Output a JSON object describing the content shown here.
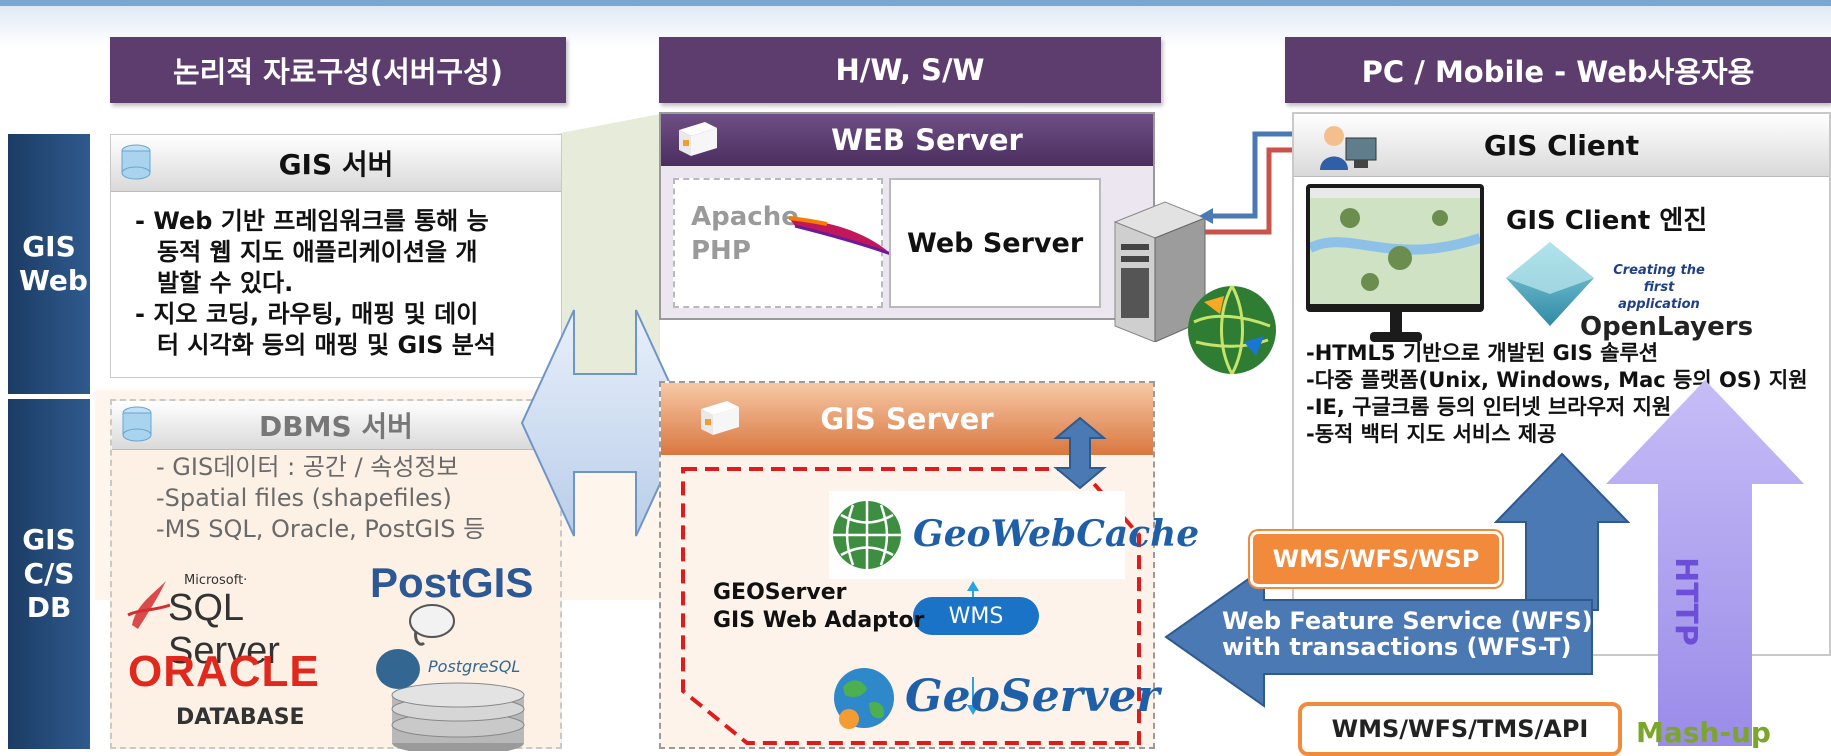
{
  "headers": {
    "logical": "논리적 자료구성(서버구성)",
    "hwsw": "H/W, S/W",
    "pc_mobile": "PC  / Mobile  - Web사용자용"
  },
  "side_labels": {
    "gis_web": "GIS Web",
    "gis_cs_db": "GIS C/S DB"
  },
  "gis_server_panel": {
    "title": "GIS 서버",
    "bullets": [
      "- Web 기반 프레임워크를 통해 능",
      "동적 웹 지도 애플리케이션을 개",
      "발할 수 있다.",
      "- 지오 코딩, 라우팅, 매핑 및 데이",
      "터 시각화 등의 매핑 및 GIS 분석"
    ]
  },
  "dbms_panel": {
    "title": "DBMS 서버",
    "lines": [
      "- GIS데이터 : 공간 / 속성정보",
      "-Spatial files (shapefiles)",
      "-MS SQL, Oracle, PostGIS 등"
    ],
    "logos": {
      "sqlserver_small": "Microsoft·",
      "sqlserver": "SQL Server",
      "postgis": "PostGIS",
      "oracle": "ORACLE",
      "oracle_sub": "DATABASE",
      "postgresql": "PostgreSQL"
    }
  },
  "web_server_box": {
    "title": "WEB Server",
    "apache": "Apache",
    "php": "PHP",
    "label": "Web Server"
  },
  "gis_server_box": {
    "title": "GIS Server",
    "geowebcache": "GeoWebCache",
    "wms": "WMS",
    "geoserver": "GeoServer",
    "label_line1": "GEOServer",
    "label_line2": "GIS Web Adaptor"
  },
  "client": {
    "title": "GIS Client",
    "engine": "GIS Client 엔진",
    "openlayers": "OpenLayers",
    "creating_line1": "Creating the",
    "creating_line2": "first application",
    "lines": [
      "-HTML5 기반으로 개발된 GIS 솔루션",
      "-다중 플랫폼(Unix, Windows, Mac 등의 OS) 지원",
      "-IE, 구글크롬 등의 인터넷 브라우저 지원",
      "-동적 백터 지도 서비스 제공"
    ]
  },
  "tags": {
    "wms_wfs_wsp": "WMS/WFS/WSP",
    "wfs_line1": "Web Feature Service (WFS)",
    "wfs_line2": "with transactions (WFS-T)",
    "wms_wfs_tms_api": "WMS/WFS/TMS/API",
    "http": "HTTP",
    "mashup": "Mash-up"
  },
  "colors": {
    "header_purple": "#5c3d6e",
    "side_blue": "#1b3c64",
    "arrow_blue": "#4a79b4",
    "arrow_lavender": "#a99cf0",
    "tag_orange": "#f28a3c",
    "dashed_red": "#e01b1b",
    "mashup_green": "#7aa62a"
  }
}
